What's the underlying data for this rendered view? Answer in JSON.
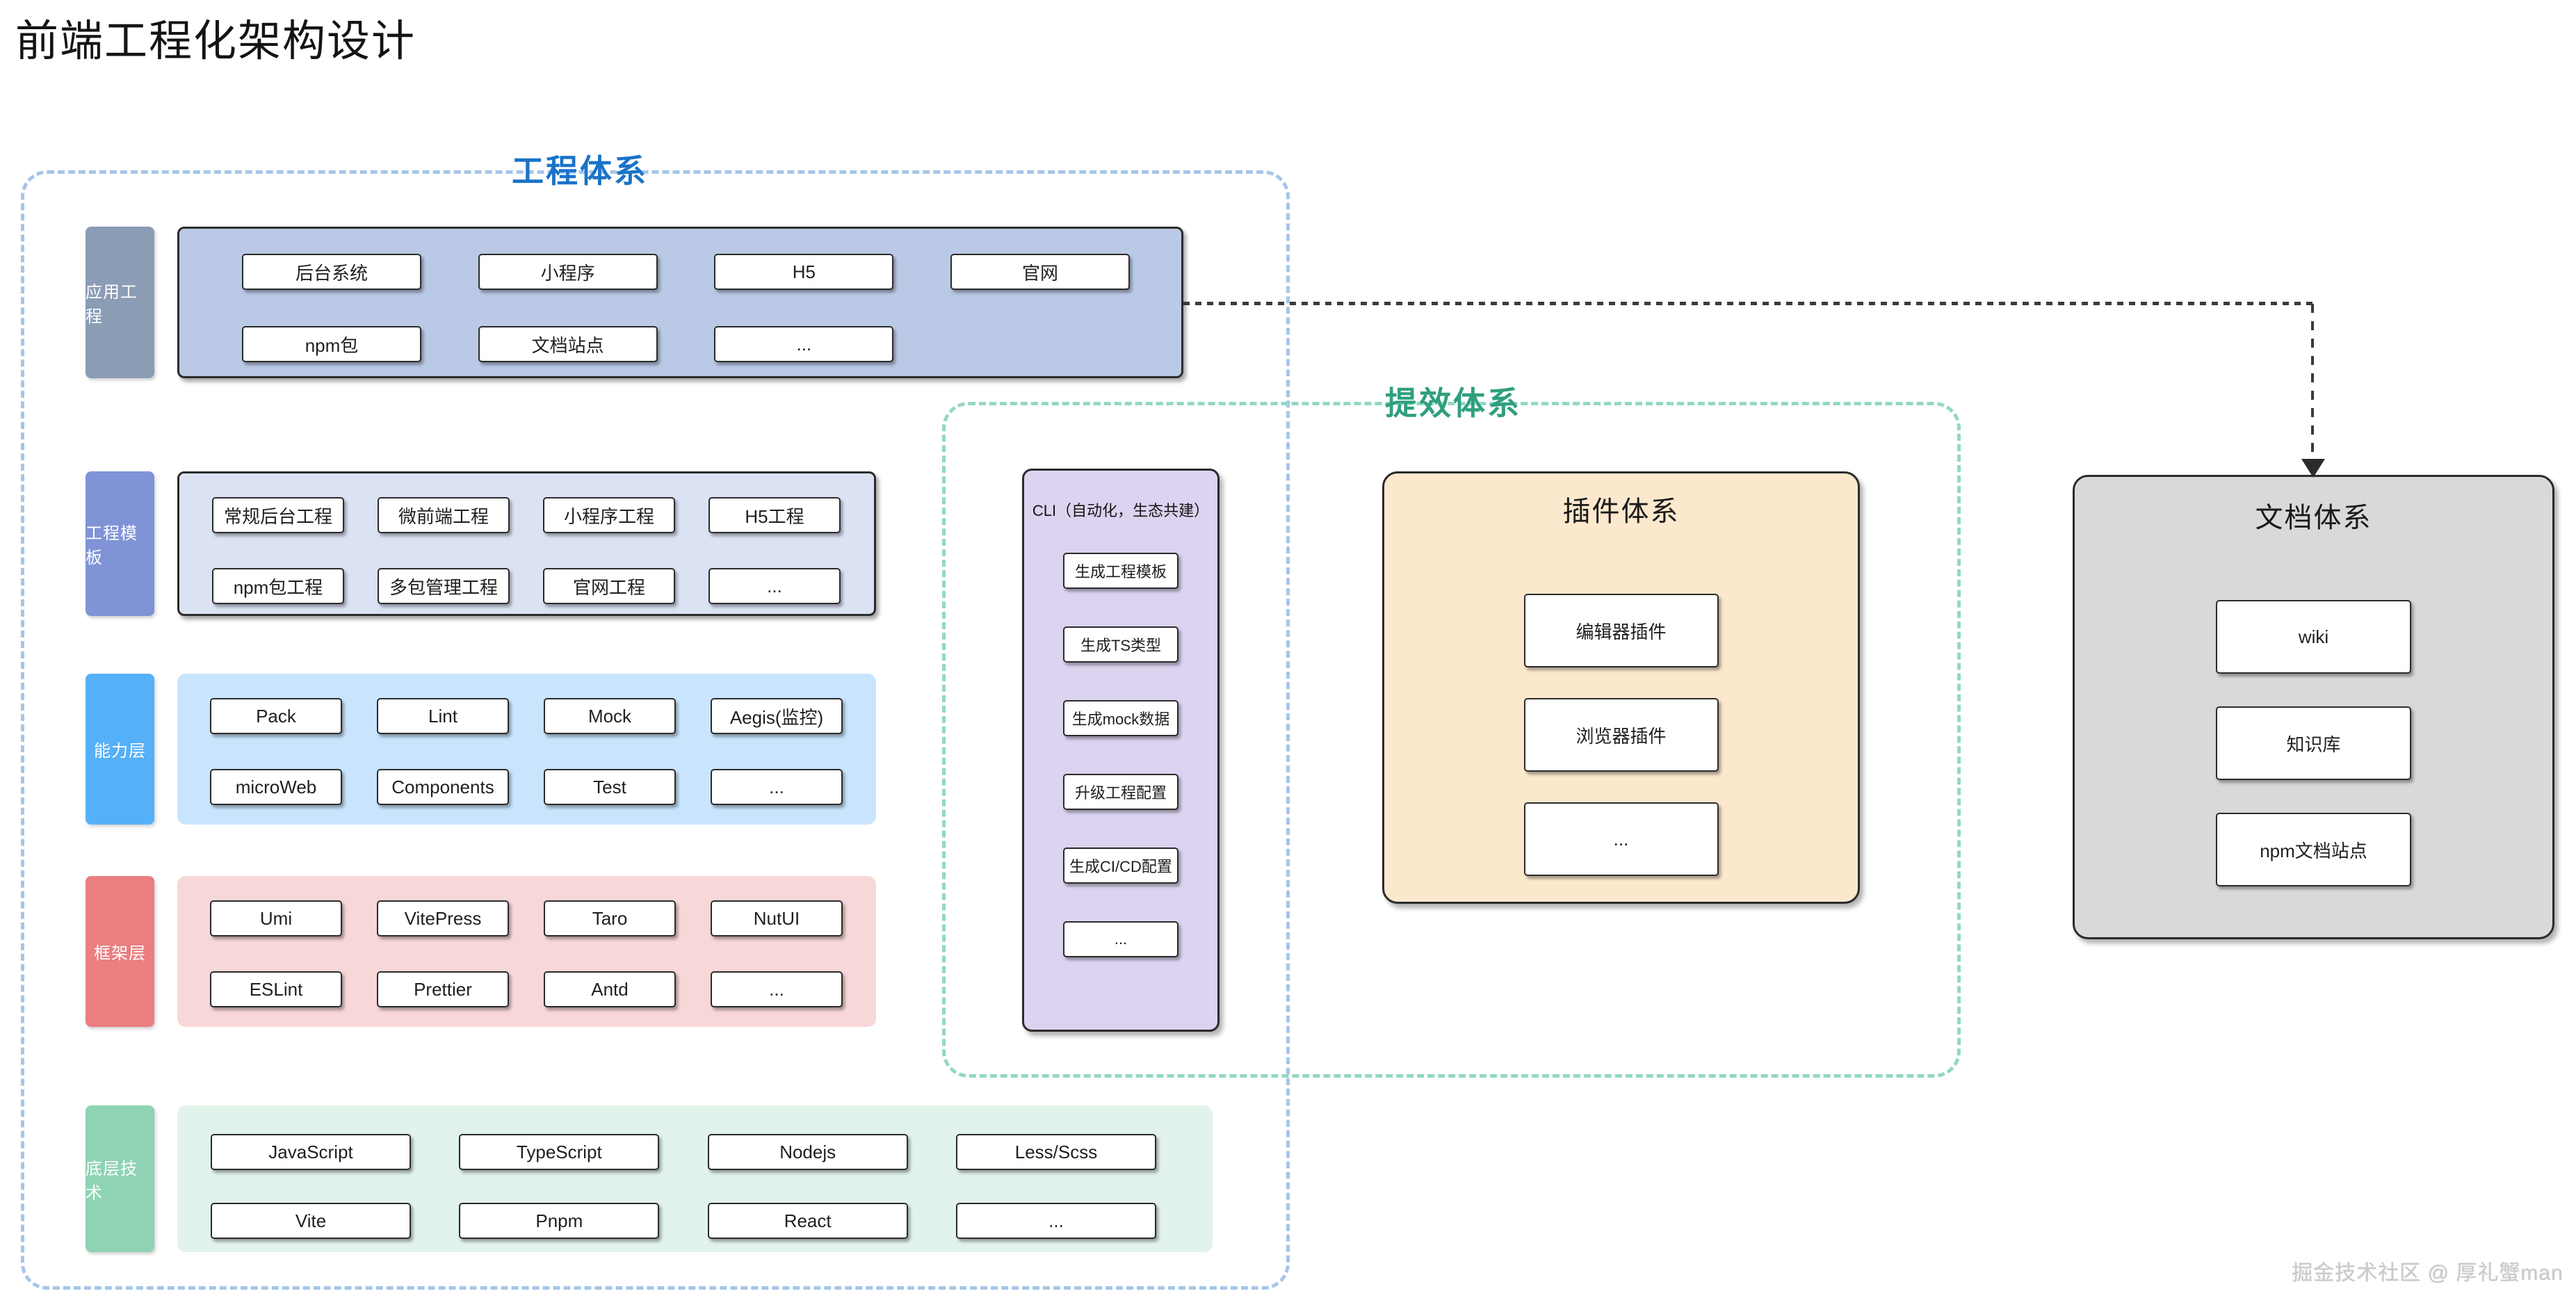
{
  "title": "前端工程化架构设计",
  "watermark": "掘金技术社区 @ 厚礼蟹man",
  "frames": {
    "engineering": {
      "label": "工程体系",
      "title_color": "#1a73c8",
      "dash_color": "#a5c6e8"
    },
    "efficiency": {
      "label": "提效体系",
      "title_color": "#2f9f7e",
      "dash_color": "#92d8c2"
    }
  },
  "rows": [
    {
      "label": "应用工程",
      "label_bg": "#8b9cb5",
      "panel_bg": "#bac9e6",
      "items": [
        "后台系统",
        "小程序",
        "H5",
        "官网",
        "npm包",
        "文档站点",
        "..."
      ]
    },
    {
      "label": "工程模板",
      "label_bg": "#7f93d6",
      "panel_bg": "#dbe2f4",
      "items": [
        "常规后台工程",
        "微前端工程",
        "小程序工程",
        "H5工程",
        "npm包工程",
        "多包管理工程",
        "官网工程",
        "..."
      ]
    },
    {
      "label": "能力层",
      "label_bg": "#54b0f8",
      "panel_bg": "#c9e4fd",
      "items": [
        "Pack",
        "Lint",
        "Mock",
        "Aegis(监控)",
        "microWeb",
        "Components",
        "Test",
        "..."
      ]
    },
    {
      "label": "框架层",
      "label_bg": "#ea7e80",
      "panel_bg": "#f8d7d8",
      "items": [
        "Umi",
        "VitePress",
        "Taro",
        "NutUI",
        "ESLint",
        "Prettier",
        "Antd",
        "..."
      ]
    },
    {
      "label": "底层技术",
      "label_bg": "#8ed3b3",
      "panel_bg": "#e1f3ea",
      "items": [
        "JavaScript",
        "TypeScript",
        "Nodejs",
        "Less/Scss",
        "Vite",
        "Pnpm",
        "React",
        "..."
      ]
    }
  ],
  "cli": {
    "label": "CLI（自动化，生态共建）",
    "bg": "#dcd3f0",
    "items": [
      "生成工程模板",
      "生成TS类型",
      "生成mock数据",
      "升级工程配置",
      "生成CI/CD配置",
      "..."
    ]
  },
  "plugin": {
    "label": "插件体系",
    "bg": "#fce8cd",
    "items": [
      "编辑器插件",
      "浏览器插件",
      "..."
    ]
  },
  "doc": {
    "label": "文档体系",
    "bg": "#d9d9d9",
    "items": [
      "wiki",
      "知识库",
      "npm文档站点"
    ]
  }
}
